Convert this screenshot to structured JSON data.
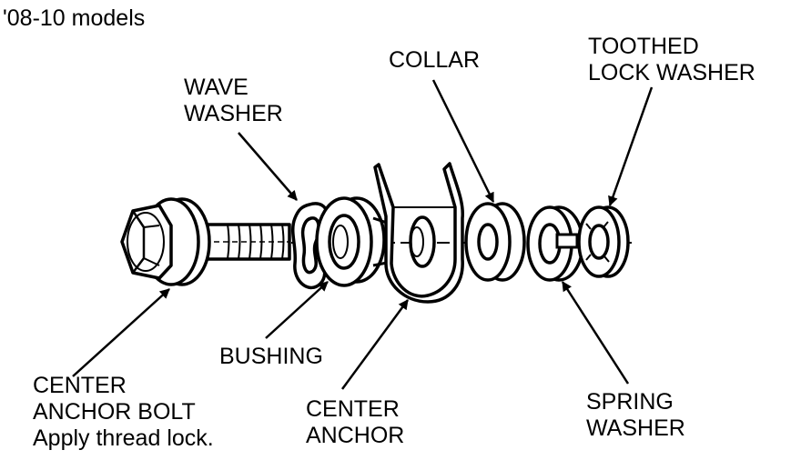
{
  "diagram": {
    "header": "'08-10 models",
    "labels": {
      "wave_washer": [
        "WAVE",
        "WASHER"
      ],
      "collar": [
        "COLLAR"
      ],
      "toothed_lock_washer": [
        "TOOTHED",
        "LOCK WASHER"
      ],
      "bushing": [
        "BUSHING"
      ],
      "center_anchor_bolt": [
        "CENTER",
        "ANCHOR BOLT",
        "Apply thread lock."
      ],
      "center_anchor": [
        "CENTER",
        "ANCHOR"
      ],
      "spring_washer": [
        "SPRING",
        "WASHER"
      ]
    }
  }
}
